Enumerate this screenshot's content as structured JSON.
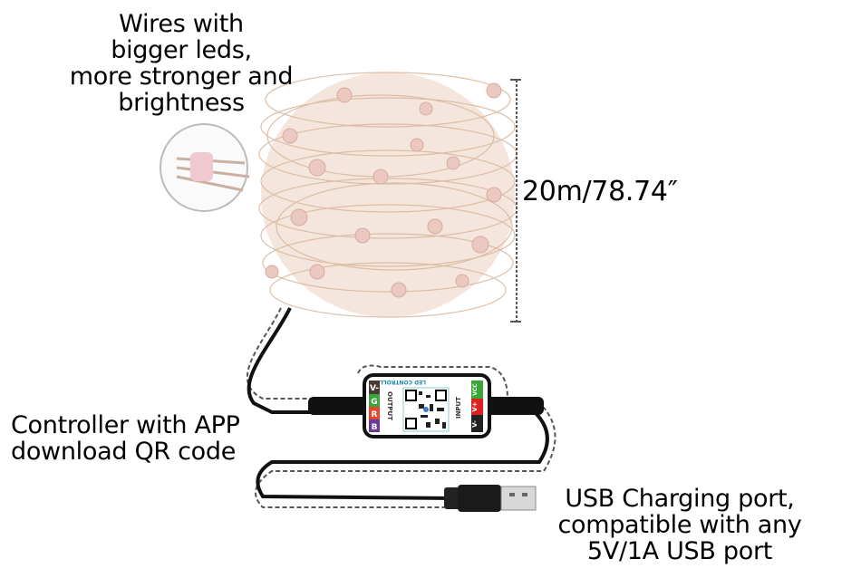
{
  "annotations": {
    "wires": [
      "Wires with",
      "bigger leds,",
      "more stronger and",
      "brightness"
    ],
    "length": "20m/78.74″",
    "controller": [
      "Controller with APP",
      "download QR code"
    ],
    "usb": [
      "USB Charging port,",
      "compatible with any",
      "5V/1A USB port"
    ]
  },
  "controller_labels": {
    "title": "LED CONTROLLER",
    "output": "OUTPUT",
    "output_pins": [
      "V-",
      "G",
      "R",
      "B"
    ],
    "input": "INPUT",
    "input_pins": [
      "VCC",
      "V+",
      "V-"
    ]
  },
  "colors": {
    "pin_vminus": "#4a3a36",
    "pin_g": "#3aa63a",
    "pin_r": "#e8452a",
    "pin_b": "#6a3a9a",
    "pin_vplus": "#e02020",
    "wire_copper": "#d9b9a0",
    "cable": "#111111"
  }
}
